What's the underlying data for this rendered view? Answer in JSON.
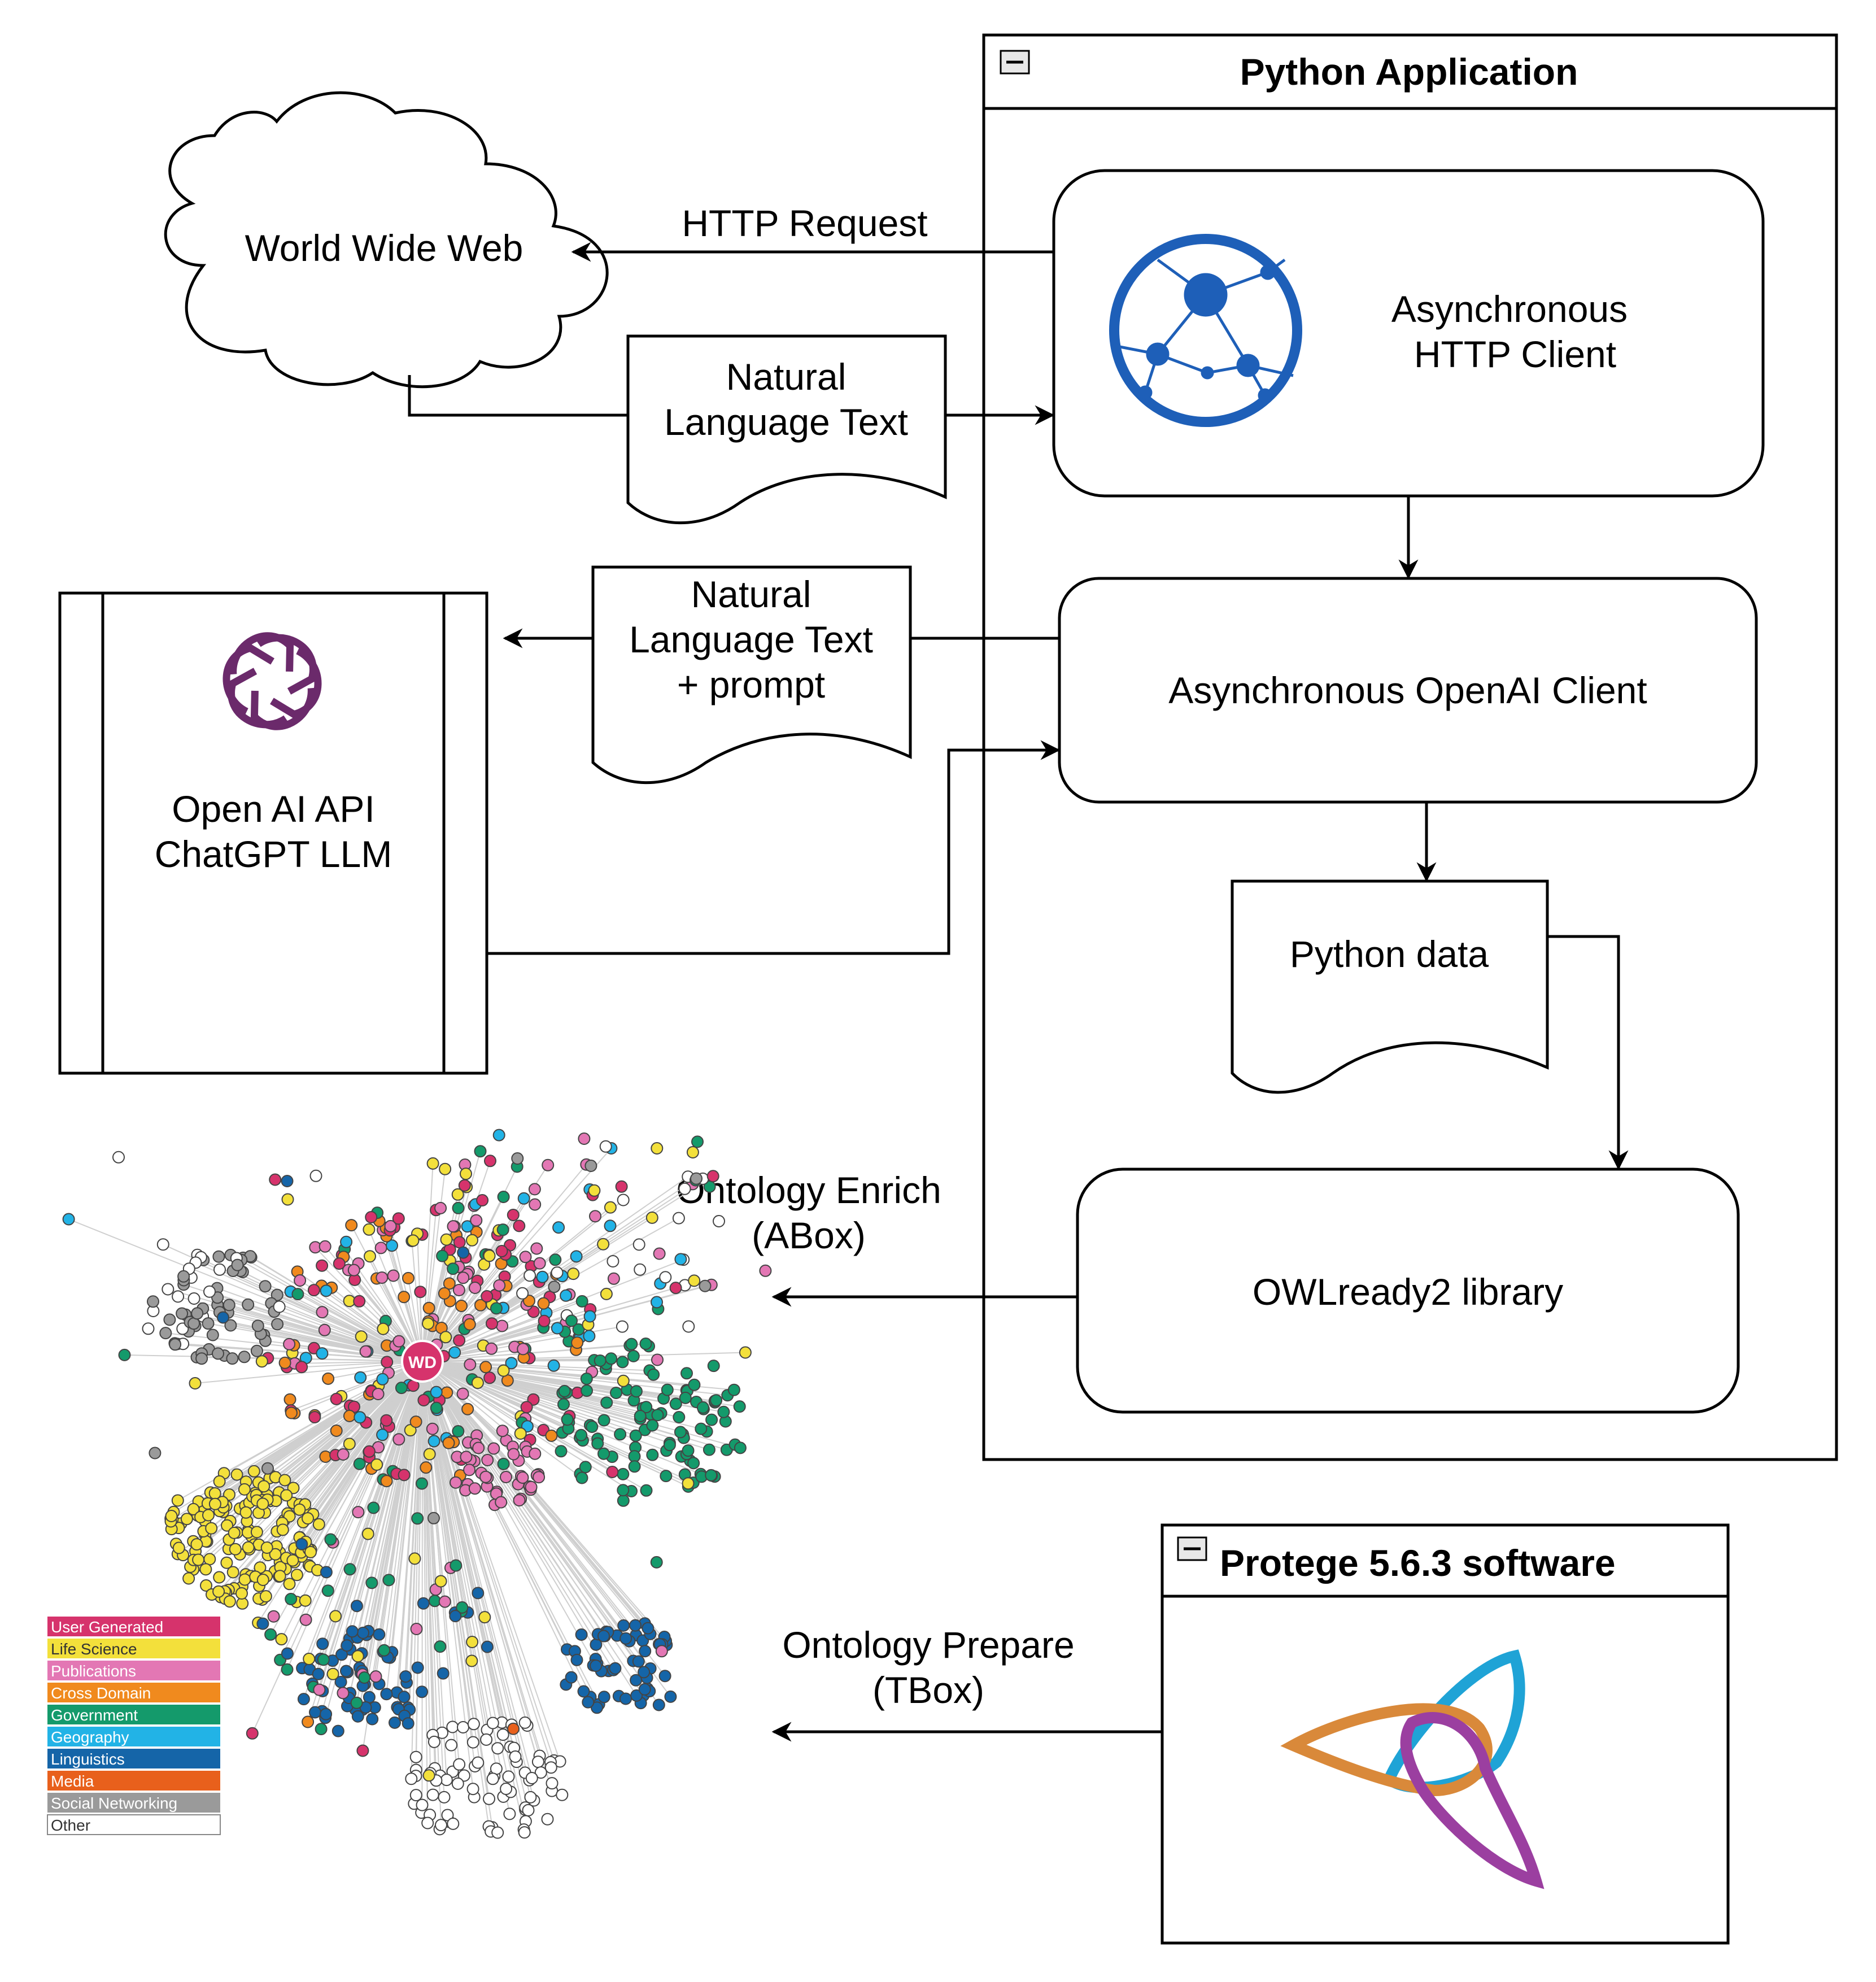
{
  "python_app": {
    "title": "Python Application"
  },
  "web": {
    "label": "World Wide Web"
  },
  "http_client": {
    "line1": "Asynchronous",
    "line2": "HTTP Client"
  },
  "openai_client": {
    "label": "Asynchronous OpenAI Client"
  },
  "owlready": {
    "label": "OWLready2 library"
  },
  "openai_api": {
    "line1": "Open AI API",
    "line2": "ChatGPT LLM"
  },
  "docs": {
    "nl_text": {
      "line1": "Natural",
      "line2": "Language Text"
    },
    "nl_prompt": {
      "line1": "Natural",
      "line2": "Language Text",
      "line3": "+ prompt"
    },
    "python_data": {
      "label": "Python data"
    }
  },
  "edges": {
    "http_request": "HTTP Request",
    "enrich": {
      "line1": "Ontology Enrich",
      "line2": "(ABox)"
    },
    "prepare": {
      "line1": "Ontology Prepare",
      "line2": "(TBox)"
    }
  },
  "protege": {
    "title": "Protege 5.6.3 software"
  },
  "network": {
    "hub_label": "WD",
    "legend": [
      {
        "label": "User Generated",
        "color": "#d6336c"
      },
      {
        "label": "Life Science",
        "color": "#f3e03b"
      },
      {
        "label": "Publications",
        "color": "#e377b4"
      },
      {
        "label": "Cross Domain",
        "color": "#f08a1e"
      },
      {
        "label": "Government",
        "color": "#149a6b"
      },
      {
        "label": "Geography",
        "color": "#22b3e6"
      },
      {
        "label": "Linguistics",
        "color": "#1565a8"
      },
      {
        "label": "Media",
        "color": "#e8601c"
      },
      {
        "label": "Social Networking",
        "color": "#9a9a9a"
      },
      {
        "label": "Other",
        "color": "#ffffff"
      }
    ]
  },
  "colors": {
    "openai_purple": "#6b2a6b",
    "http_blue": "#1e5fb8",
    "protege_orange": "#d9893a",
    "protege_blue": "#1fa3d6",
    "protege_purple": "#9b3fa0"
  }
}
